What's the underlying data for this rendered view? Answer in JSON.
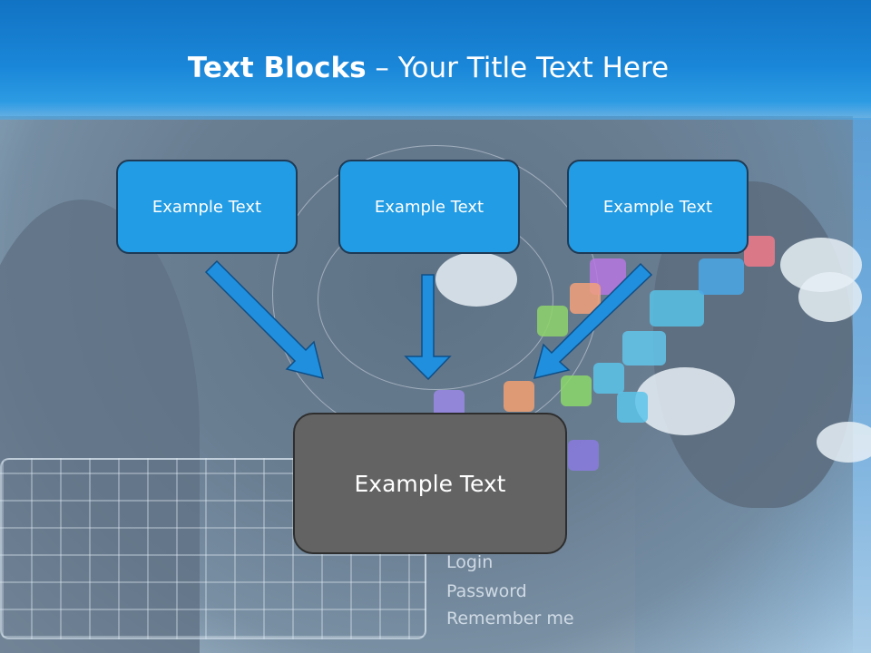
{
  "slide": {
    "title_bold": "Text Blocks",
    "title_dash": " – ",
    "title_rest": "Your Title Text Here"
  },
  "boxes": {
    "top": [
      {
        "label": "Example Text"
      },
      {
        "label": "Example Text"
      },
      {
        "label": "Example Text"
      }
    ],
    "bottom": {
      "label": "Example Text"
    }
  },
  "background_text": {
    "login": "Login",
    "password": "Password",
    "remember": "Remember me"
  },
  "colors": {
    "header": "#1a86d8",
    "box_blue": "#229ce4",
    "box_gray": "#636363",
    "arrow": "#1f8fde"
  }
}
